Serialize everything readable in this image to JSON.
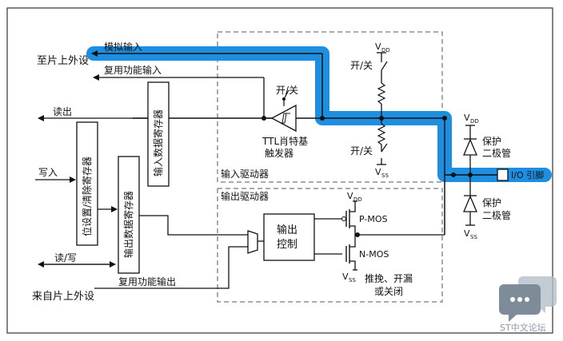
{
  "labels": {
    "to_peripheral": "至片上外设",
    "from_peripheral": "来自片上外设",
    "analog_input": "模拟输入",
    "alt_func_input": "复用功能输入",
    "alt_func_output": "复用功能输出",
    "read_out": "读出",
    "write_in": "写入",
    "read_write": "读/写",
    "input_data_reg": "输入数据寄存器",
    "bit_set_reset_reg": "位设置/清除寄存器",
    "output_data_reg": "输出数据寄存器",
    "on_off_top": "开/关",
    "on_off_pullup": "开/关",
    "on_off_pulldown": "开/关",
    "ttl_schmitt_line1": "TTL肖特基",
    "ttl_schmitt_line2": "触发器",
    "input_driver": "输入驱动器",
    "output_driver": "输出驱动器",
    "output_control_line1": "输出",
    "output_control_line2": "控制",
    "pmos": "P-MOS",
    "nmos": "N-MOS",
    "push_pull_line1": "推挽、开漏",
    "push_pull_line2": "或关闭",
    "protect_diode_top_line1": "保护",
    "protect_diode_top_line2": "二极管",
    "protect_diode_bottom_line1": "保护",
    "protect_diode_bottom_line2": "二极管",
    "io_pin": "I/O 引脚",
    "vdd_pullup": "V",
    "vdd_pullup_sub": "DD",
    "vss_pulldown": "V",
    "vss_pulldown_sub": "SS",
    "vdd_protect": "V",
    "vdd_protect_sub": "DD",
    "vss_protect": "V",
    "vss_protect_sub": "SS",
    "vdd_pmos": "V",
    "vdd_pmos_sub": "DD",
    "vss_nmos": "V",
    "vss_nmos_sub": "SS"
  },
  "watermark": {
    "text": "ST中文论坛"
  },
  "colors": {
    "highlight": "#1e8fe0",
    "line": "#111111",
    "dashed_box": "#555555",
    "watermark_icon": "#7e8c99"
  }
}
